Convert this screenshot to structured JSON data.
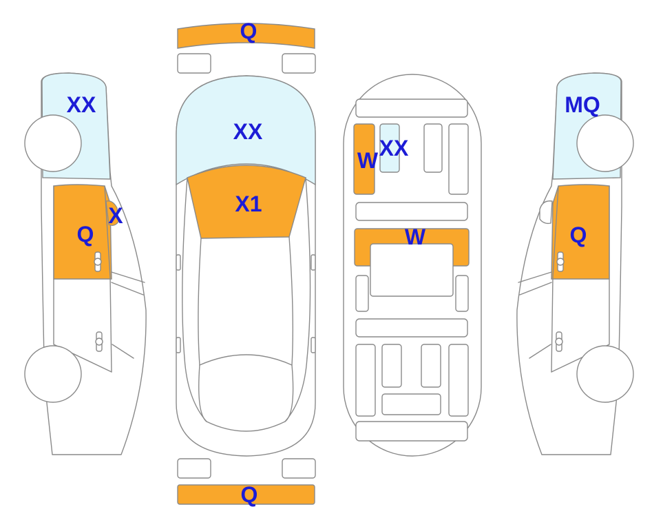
{
  "colors": {
    "damage_orange": "#f9a72b",
    "glass_light_blue": "#dff6fb",
    "outline_gray": "#8a8a8a",
    "label_blue": "#1c1cd6"
  },
  "labels": {
    "front_bumper": "Q",
    "rear_bumper": "Q",
    "windshield": "XX",
    "hood": "X1",
    "left_front_glass": "XX",
    "left_front_door": "Q",
    "left_mirror": "X",
    "right_front_glass": "MQ",
    "right_front_door": "Q",
    "frame_left_rail": "W",
    "frame_inner_panel": "XX",
    "frame_cross_member": "W"
  }
}
